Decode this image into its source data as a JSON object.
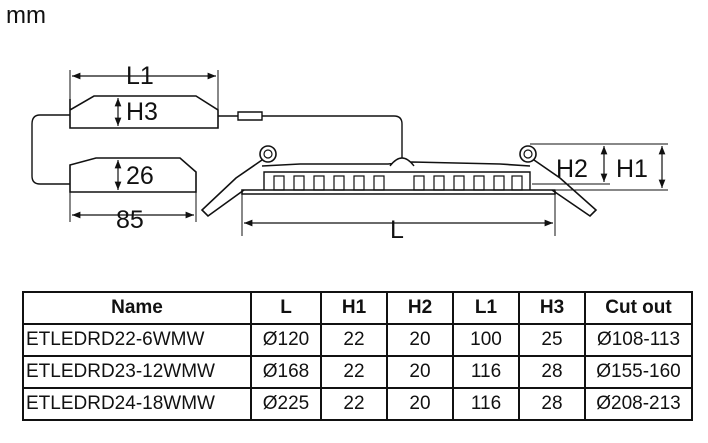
{
  "unit": "mm",
  "diagram": {
    "labels": {
      "l1": "L1",
      "h3": "H3",
      "h26": "26",
      "w85": "85",
      "h2": "H2",
      "h1": "H1",
      "l": "L"
    }
  },
  "table": {
    "headers": [
      "Name",
      "L",
      "H1",
      "H2",
      "L1",
      "H3",
      "Cut out"
    ],
    "rows": [
      [
        "ETLEDRD22-6WMW",
        "Ø120",
        "22",
        "20",
        "100",
        "25",
        "Ø108-113"
      ],
      [
        "ETLEDRD23-12WMW",
        "Ø168",
        "22",
        "20",
        "116",
        "28",
        "Ø155-160"
      ],
      [
        "ETLEDRD24-18WMW",
        "Ø225",
        "22",
        "20",
        "116",
        "28",
        "Ø208-213"
      ]
    ]
  }
}
